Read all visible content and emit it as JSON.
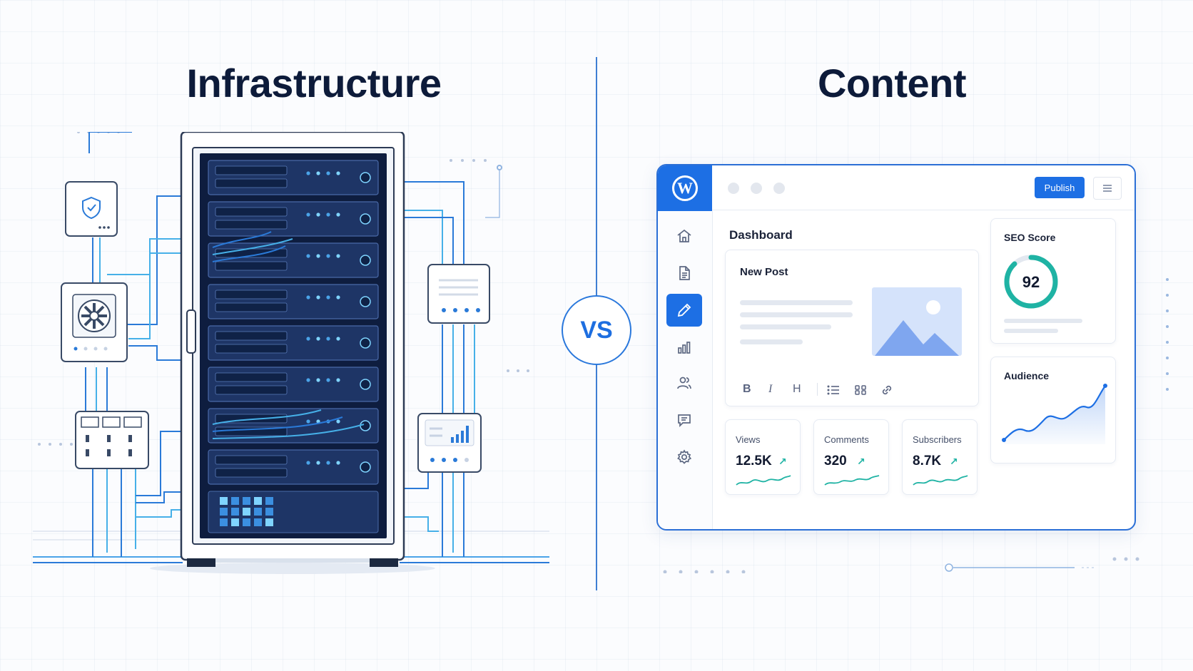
{
  "left_title": "Infrastructure",
  "right_title": "Content",
  "vs_label": "VS",
  "cms": {
    "publish_label": "Publish",
    "dashboard_title": "Dashboard",
    "new_post_title": "New Post",
    "format_toolbar": [
      "B",
      "I",
      "H"
    ],
    "seo": {
      "title": "SEO Score",
      "value": "92",
      "fraction": 0.88
    },
    "audience_title": "Audience",
    "stats": [
      {
        "label": "Views",
        "value": "12.5K"
      },
      {
        "label": "Comments",
        "value": "320"
      },
      {
        "label": "Subscribers",
        "value": "8.7K"
      }
    ],
    "sidebar_icons": [
      "home-icon",
      "document-icon",
      "edit-icon",
      "bar-chart-icon",
      "users-icon",
      "comment-icon",
      "gear-icon"
    ],
    "accent": "#1d6fe4",
    "teal": "#1fb3a4"
  }
}
